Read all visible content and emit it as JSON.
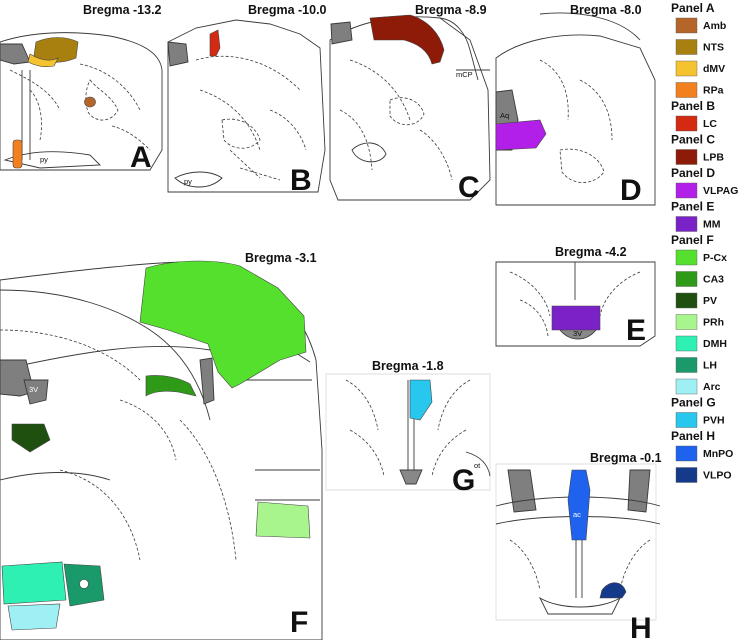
{
  "panels": {
    "A": {
      "letter": "A",
      "bregma": "Bregma -13.2",
      "labels": [
        "py"
      ]
    },
    "B": {
      "letter": "B",
      "bregma": "Bregma -10.0",
      "labels": [
        "py"
      ]
    },
    "C": {
      "letter": "C",
      "bregma": "Bregma -8.9",
      "labels": [
        "mCP"
      ]
    },
    "D": {
      "letter": "D",
      "bregma": "Bregma -8.0",
      "labels": [
        "Aq"
      ]
    },
    "E": {
      "letter": "E",
      "bregma": "Bregma -4.2",
      "labels": [
        "3V"
      ]
    },
    "F": {
      "letter": "F",
      "bregma": "Bregma -3.1",
      "labels": [
        "3V"
      ]
    },
    "G": {
      "letter": "G",
      "bregma": "Bregma -1.8",
      "labels": [
        "ot"
      ]
    },
    "H": {
      "letter": "H",
      "bregma": "Bregma -0.1",
      "labels": [
        "ac"
      ]
    }
  },
  "legend": [
    {
      "panel": "Panel A",
      "items": [
        {
          "name": "Amb",
          "color": "#b5652a"
        },
        {
          "name": "NTS",
          "color": "#a7800f"
        },
        {
          "name": "dMV",
          "color": "#f5c330"
        },
        {
          "name": "RPa",
          "color": "#f2801f"
        }
      ]
    },
    {
      "panel": "Panel B",
      "items": [
        {
          "name": "LC",
          "color": "#d42a12"
        }
      ]
    },
    {
      "panel": "Panel C",
      "items": [
        {
          "name": "LPB",
          "color": "#8e1a08"
        }
      ]
    },
    {
      "panel": "Panel D",
      "items": [
        {
          "name": "VLPAG",
          "color": "#b21fe8"
        }
      ]
    },
    {
      "panel": "Panel E",
      "items": [
        {
          "name": "MM",
          "color": "#7a22c8"
        }
      ]
    },
    {
      "panel": "Panel F",
      "items": [
        {
          "name": "P-Cx",
          "color": "#55e02e"
        },
        {
          "name": "CA3",
          "color": "#2e9a18"
        },
        {
          "name": "PV",
          "color": "#1f5010"
        },
        {
          "name": "PRh",
          "color": "#a8f58e"
        },
        {
          "name": "DMH",
          "color": "#2ef0b2"
        },
        {
          "name": "LH",
          "color": "#1a9a6a"
        },
        {
          "name": "Arc",
          "color": "#9ef0f5"
        }
      ]
    },
    {
      "panel": "Panel G",
      "items": [
        {
          "name": "PVH",
          "color": "#28c8ee"
        }
      ]
    },
    {
      "panel": "Panel H",
      "items": [
        {
          "name": "MnPO",
          "color": "#1f62ee"
        },
        {
          "name": "VLPO",
          "color": "#163a8a"
        }
      ]
    }
  ]
}
